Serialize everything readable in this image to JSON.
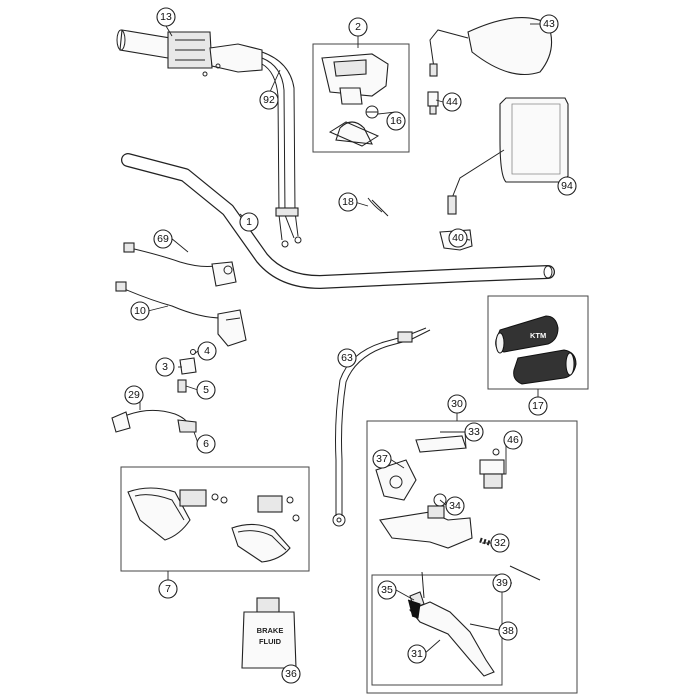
{
  "callouts": [
    {
      "id": "c13",
      "label": "13"
    },
    {
      "id": "c92",
      "label": "92"
    },
    {
      "id": "c2",
      "label": "2"
    },
    {
      "id": "c16",
      "label": "16"
    },
    {
      "id": "c43",
      "label": "43"
    },
    {
      "id": "c44",
      "label": "44"
    },
    {
      "id": "c94",
      "label": "94"
    },
    {
      "id": "c1",
      "label": "1"
    },
    {
      "id": "c18",
      "label": "18"
    },
    {
      "id": "c40",
      "label": "40"
    },
    {
      "id": "c69",
      "label": "69"
    },
    {
      "id": "c10",
      "label": "10"
    },
    {
      "id": "c3",
      "label": "3"
    },
    {
      "id": "c4",
      "label": "4"
    },
    {
      "id": "c5",
      "label": "5"
    },
    {
      "id": "c29",
      "label": "29"
    },
    {
      "id": "c6",
      "label": "6"
    },
    {
      "id": "c63",
      "label": "63"
    },
    {
      "id": "c17",
      "label": "17"
    },
    {
      "id": "c30",
      "label": "30"
    },
    {
      "id": "c33",
      "label": "33"
    },
    {
      "id": "c46",
      "label": "46"
    },
    {
      "id": "c37",
      "label": "37"
    },
    {
      "id": "c34",
      "label": "34"
    },
    {
      "id": "c32",
      "label": "32"
    },
    {
      "id": "c39",
      "label": "39"
    },
    {
      "id": "c35",
      "label": "35"
    },
    {
      "id": "c38",
      "label": "38"
    },
    {
      "id": "c31",
      "label": "31"
    },
    {
      "id": "c7",
      "label": "7"
    },
    {
      "id": "c36",
      "label": "36"
    }
  ],
  "bottle_label": {
    "line1": "BRAKE",
    "line2": "FLUID"
  },
  "grip_logo": "KTM"
}
